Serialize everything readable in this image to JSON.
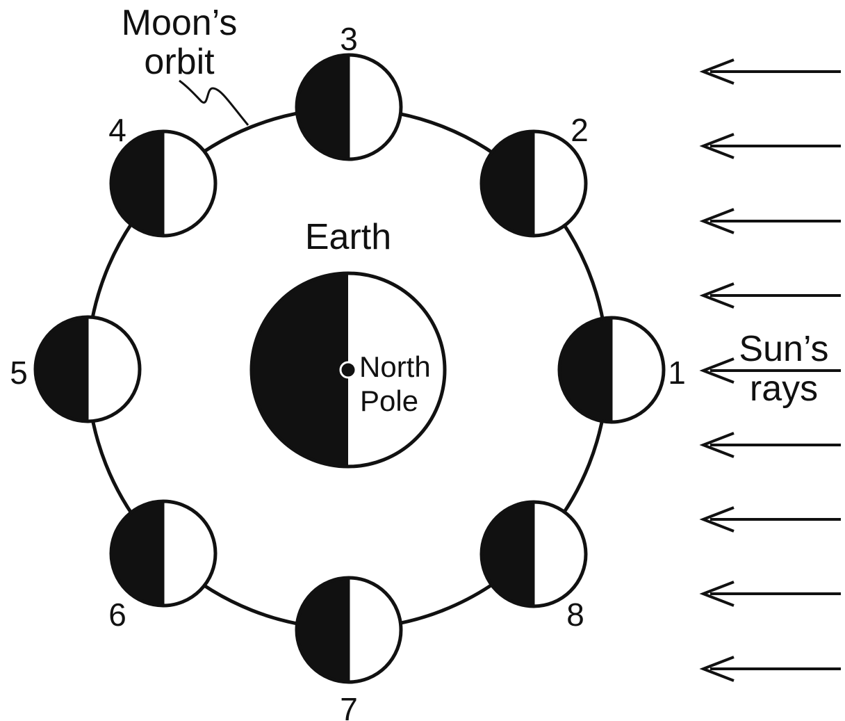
{
  "labels": {
    "orbit_line1": "Moon’s",
    "orbit_line2": "orbit",
    "earth": "Earth",
    "pole_line1": "North",
    "pole_line2": "Pole",
    "sun_line1": "Sun’s",
    "sun_line2": "rays"
  },
  "moon_positions": [
    {
      "number": "1"
    },
    {
      "number": "2"
    },
    {
      "number": "3"
    },
    {
      "number": "4"
    },
    {
      "number": "5"
    },
    {
      "number": "6"
    },
    {
      "number": "7"
    },
    {
      "number": "8"
    }
  ],
  "sun_ray_count": 9,
  "colors": {
    "ink": "#111111",
    "paper": "#ffffff"
  }
}
